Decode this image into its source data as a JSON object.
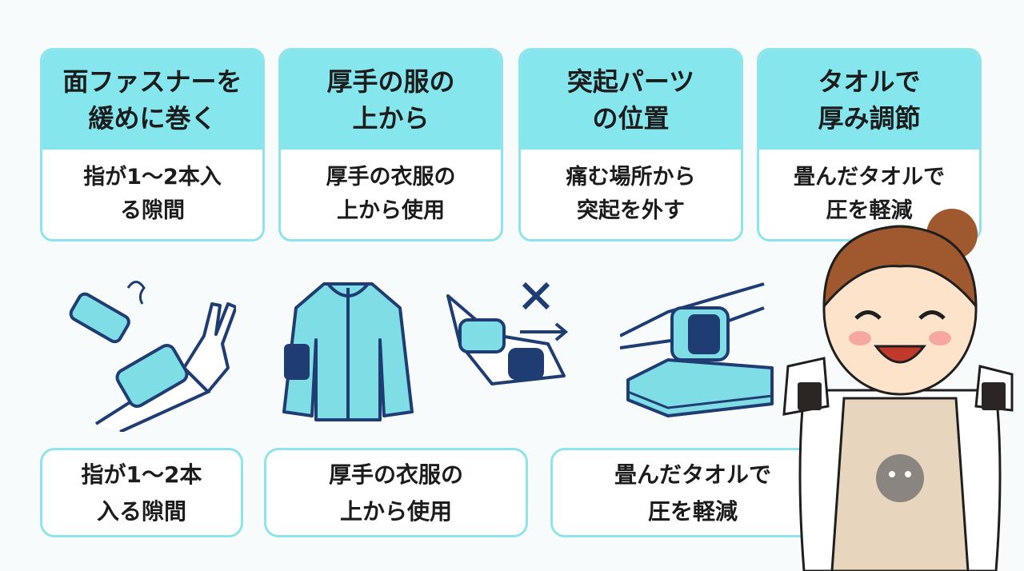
{
  "panels": [
    {
      "title": "面ファスナーを\n緩めに巻く",
      "subtitle": "指が1〜2本入\nる隙間"
    },
    {
      "title": "厚手の服の\n上から",
      "subtitle": "厚手の衣服の\n上から使用"
    },
    {
      "title": "突起パーツ\nの位置",
      "subtitle": "痛む場所から\n突起を外す"
    },
    {
      "title": "タオルで\n厚み調節",
      "subtitle": "畳んだタオルで\n圧を軽減"
    }
  ],
  "captions": [
    "指が1〜2本\n入る隙間",
    "厚手の衣服の\n上から使用",
    "畳んだタオルで\n圧を軽減"
  ],
  "icons": [
    "wrist-strap-icon",
    "jacket-icon",
    "knee-brace-icon",
    "towel-pad-icon",
    "woman-mascot-icon"
  ],
  "colors": {
    "panel_header": "#86e6ee",
    "border": "#8fe3ea",
    "illustration_fill": "#7fdde6",
    "illustration_dark": "#1f3d73"
  }
}
